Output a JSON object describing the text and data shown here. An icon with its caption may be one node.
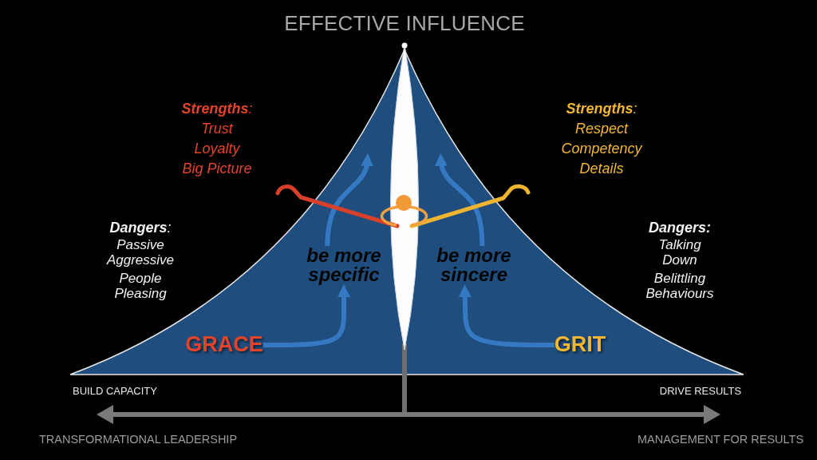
{
  "diagram": {
    "title": "EFFECTIVE INFLUENCE",
    "nodes": [
      {
        "text": [
          "be more specific"
        ]
      },
      {
        "text": [
          "be more sincere"
        ]
      },
      {
        "text": [
          "GRACE"
        ]
      },
      {
        "text": [
          "GRIT"
        ]
      }
    ],
    "edges": [
      {
        "from": 2,
        "to": 0,
        "arrow": "to"
      },
      {
        "from": 0,
        "to": null,
        "arrow": "to"
      },
      {
        "from": 3,
        "to": 1,
        "arrow": "to"
      },
      {
        "from": 1,
        "to": null,
        "arrow": "to"
      }
    ],
    "labels": [
      "**Strengths**:",
      "Trust",
      "Loyalty",
      "Big Picture",
      "**Strengths**:",
      "Respect",
      "Competency",
      "Details",
      "**Dangers**:",
      "Passive Aggressive",
      "People Pleasing",
      "Dangers:",
      "Talking Down",
      "Belittling Behaviours",
      "BUILD CAPACITY",
      "DRIVE RESULTS",
      "TRANSFORMATIONAL LEADERSHIP",
      "MANAGEMENT FOR RESULTS"
    ]
  }
}
